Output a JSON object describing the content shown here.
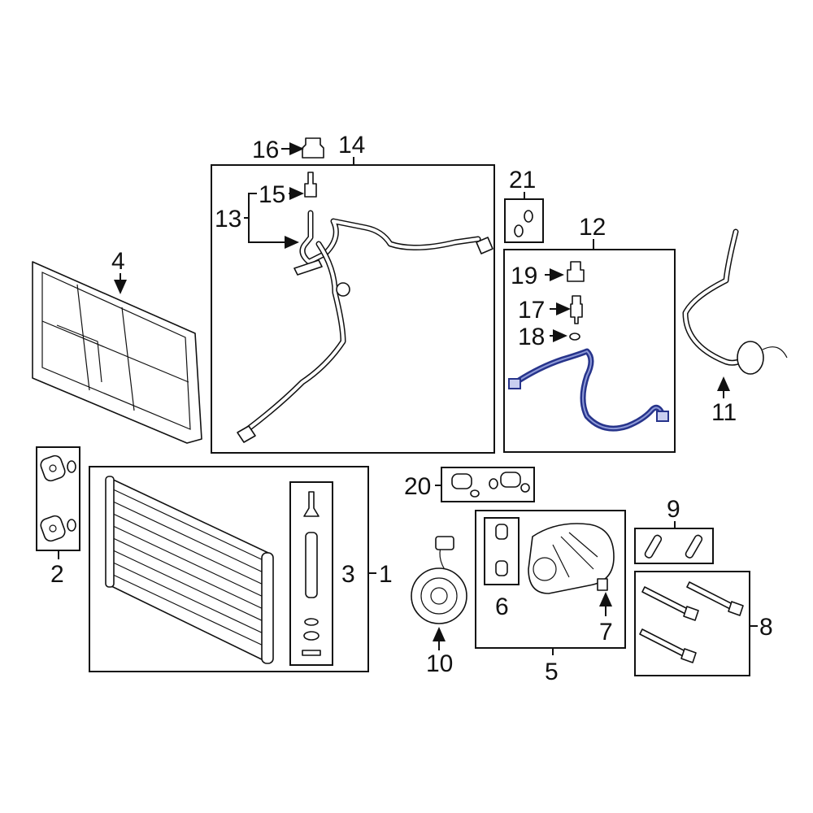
{
  "diagram": {
    "title": "A/C condenser, compressor and lines parts diagram",
    "highlight_color": "#27348b",
    "callouts": {
      "c1": "1",
      "c2": "2",
      "c3": "3",
      "c4": "4",
      "c5": "5",
      "c6": "6",
      "c7": "7",
      "c8": "8",
      "c9": "9",
      "c10": "10",
      "c11": "11",
      "c12": "12",
      "c13": "13",
      "c14": "14",
      "c15": "15",
      "c16": "16",
      "c17": "17",
      "c18": "18",
      "c19": "19",
      "c20": "20",
      "c21": "21"
    }
  }
}
